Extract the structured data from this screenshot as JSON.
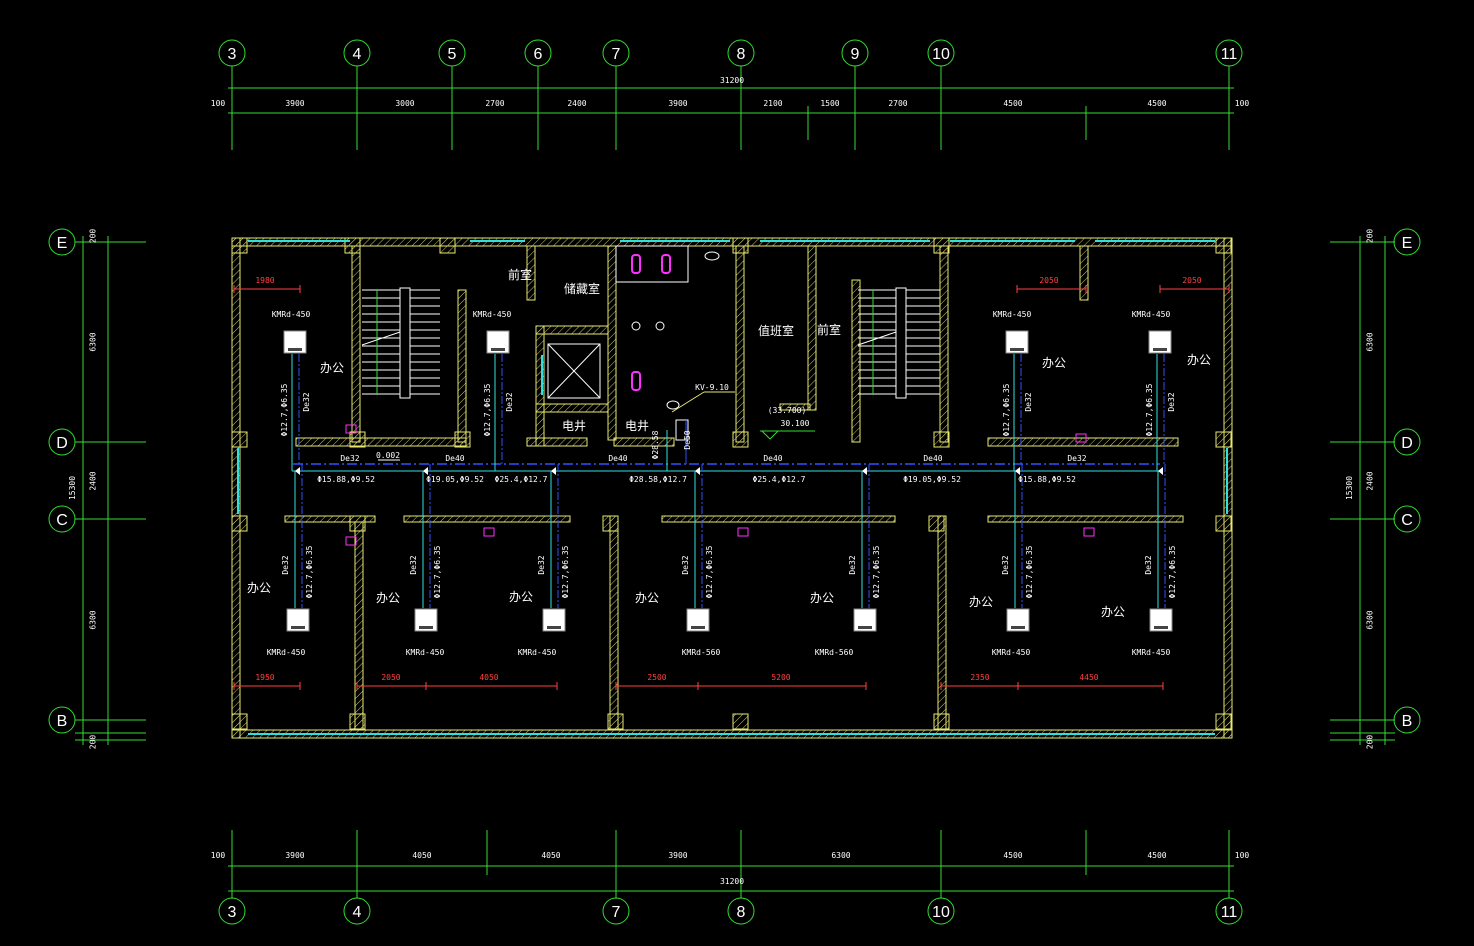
{
  "drawing": {
    "colors": {
      "axis": "#33dd33",
      "wall": "#e8e870",
      "text": "#ffffff",
      "dim_red": "#ff4040",
      "pipe_blue": "#3050ff",
      "pipe_cyan": "#30e0e0",
      "fixture": "#ff30ff"
    },
    "top_axes": [
      "3",
      "4",
      "5",
      "6",
      "7",
      "8",
      "9",
      "10",
      "11"
    ],
    "bottom_axes": [
      "3",
      "4",
      "7",
      "8",
      "10",
      "11"
    ],
    "side_axes": [
      "E",
      "D",
      "C",
      "B"
    ],
    "top_dims": {
      "total": "31200",
      "segments": [
        "100",
        "3900",
        "3000",
        "2700",
        "2400",
        "3900",
        "2100",
        "1500",
        "2700",
        "4500",
        "4500",
        "100"
      ]
    },
    "bottom_dims": {
      "total": "31200",
      "segments": [
        "100",
        "3900",
        "4050",
        "4050",
        "3900",
        "6300",
        "4500",
        "4500",
        "100"
      ]
    },
    "side_dims": {
      "total": "15300",
      "segments": [
        "200",
        "6300",
        "2400",
        "6300",
        "200"
      ]
    },
    "rooms": {
      "office": "办公",
      "anteroom": "前室",
      "storage": "储藏室",
      "duty_room": "值班室",
      "electric_shaft": "电井"
    },
    "units": {
      "model_450": "KMRd-450",
      "model_560": "KMRd-560"
    },
    "red_dims": [
      "1980",
      "2050",
      "2050",
      "1950",
      "2050",
      "4050",
      "2500",
      "5200",
      "2350",
      "4450"
    ],
    "pipes": {
      "drain_de32": "De32",
      "drain_de40": "De40",
      "drain_de50": "De50",
      "slope": "0.002",
      "branch_refrigerant": "Φ12.7,Φ6.35",
      "main_labels": [
        "Φ15.88,Φ9.52",
        "Φ19.05,Φ9.52",
        "Φ25.4,Φ12.7",
        "Φ28.58,Φ12.7",
        "Φ25.4,Φ12.7",
        "Φ19.05,Φ9.52",
        "Φ15.88,Φ9.52"
      ],
      "riser": "Φ28.58",
      "kv_tag": "KV-9.10"
    },
    "levels": {
      "upper": "(33.700)",
      "current": "30.100"
    }
  }
}
